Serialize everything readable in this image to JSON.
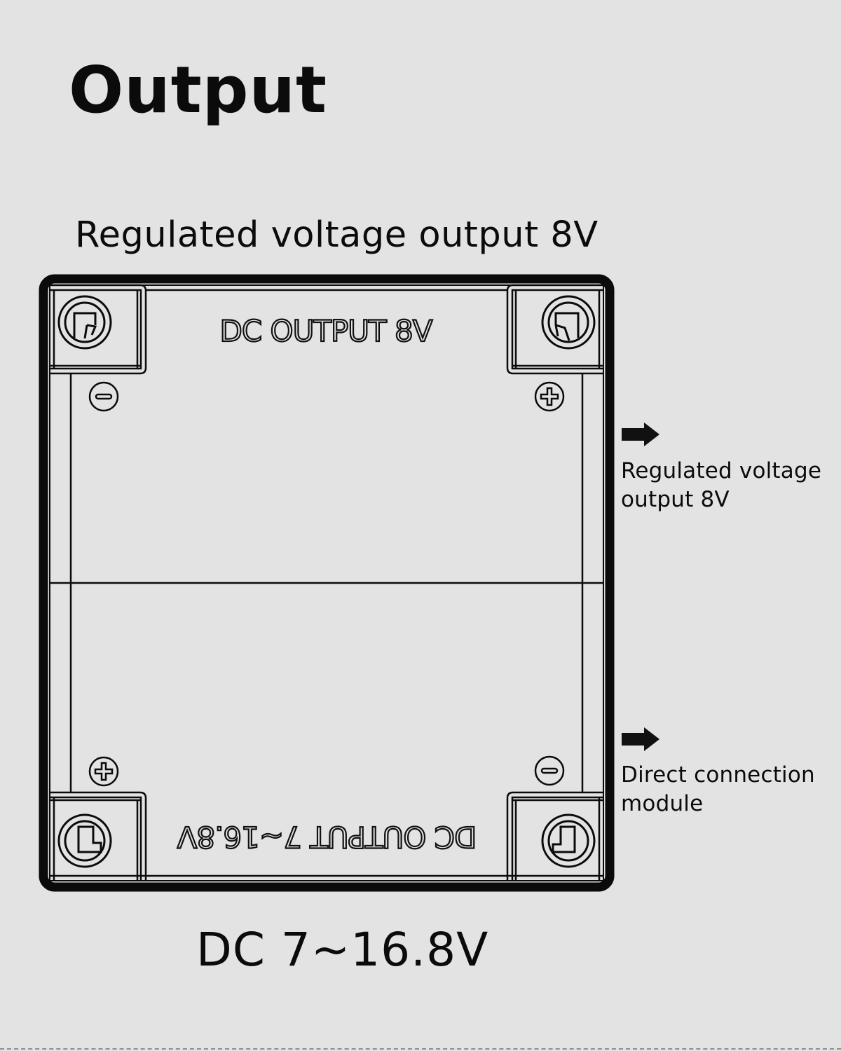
{
  "page": {
    "title": "Output",
    "top_label": "Regulated voltage output 8V",
    "bottom_label": "DC 7~16.8V",
    "background_color": "#e3e3e3",
    "line_color": "#0b0b0b"
  },
  "device": {
    "upper_engraving": "DC OUTPUT 8V",
    "lower_engraving": "DC OUTPUT 7~16.8V",
    "terminals": {
      "upper_left": "−",
      "upper_right": "+",
      "lower_left": "+",
      "lower_right": "−"
    }
  },
  "annotations": [
    {
      "icon": "right-arrow-icon",
      "line1": "Regulated voltage",
      "line2": "output 8V"
    },
    {
      "icon": "right-arrow-icon",
      "line1": "Direct connection",
      "line2": "module"
    }
  ]
}
